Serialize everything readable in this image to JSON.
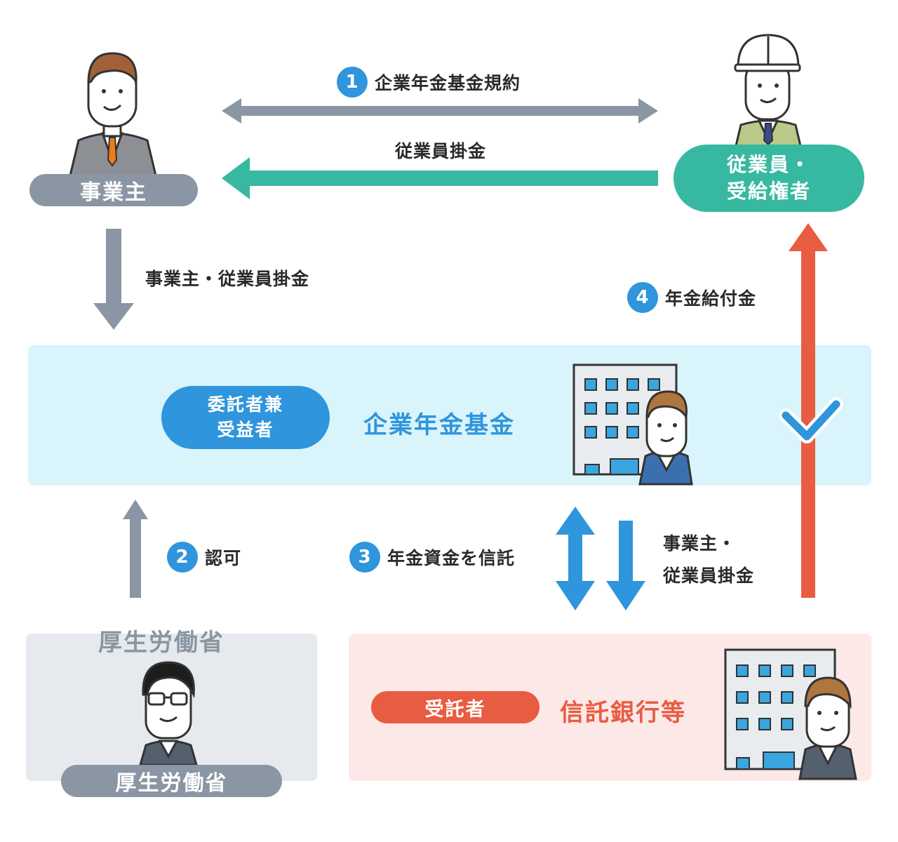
{
  "roles": {
    "employer": "事業主",
    "employees_line1": "従業員・",
    "employees_line2": "受給権者",
    "pension_fund_role_line1": "委託者兼",
    "pension_fund_role_line2": "受益者",
    "pension_fund_name": "企業年金基金",
    "trustee_role": "受託者",
    "trustee_name": "信託銀行等",
    "ministry_title": "厚生労働省",
    "ministry_tag": "厚生労働省"
  },
  "flows": {
    "step1": {
      "number": "1",
      "label": "企業年金基金規約"
    },
    "employee_contribution": "従業員掛金",
    "employer_employee_contribution": "事業主・従業員掛金",
    "step2": {
      "number": "2",
      "label": "認可"
    },
    "step3": {
      "number": "3",
      "label": "年金資金を信託"
    },
    "trust_contribution_line1": "事業主・",
    "trust_contribution_line2": "従業員掛金",
    "step4": {
      "number": "4",
      "label": "年金給付金"
    }
  },
  "colors": {
    "gray": "#8a96a3",
    "teal": "#37b9a1",
    "blue": "#2f95dc",
    "red": "#e85c41",
    "fund_panel": "#d9f4fb",
    "trustee_panel": "#fde8e8",
    "ministry_panel": "#e6e9ed"
  }
}
